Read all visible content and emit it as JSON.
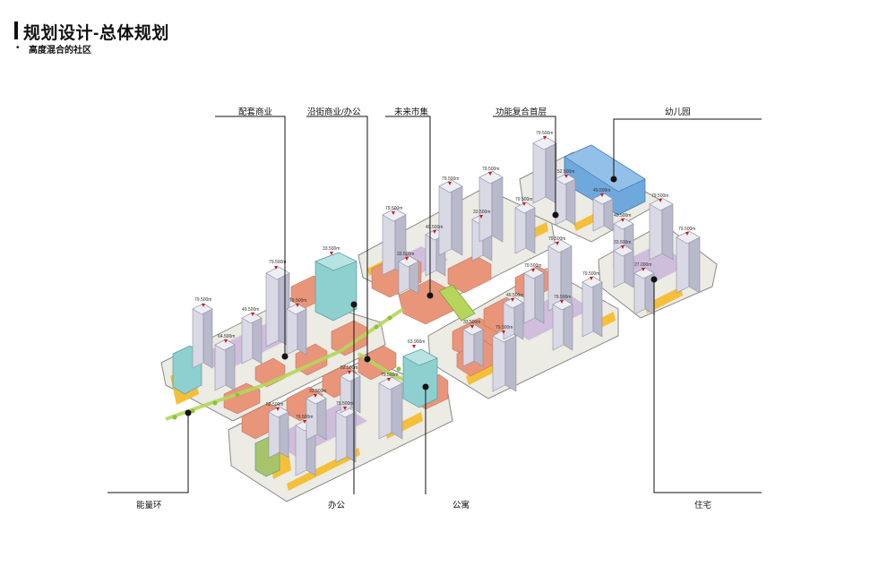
{
  "header": {
    "title": "规划设计-总体规划",
    "bullet": "•",
    "subtitle": "高度混合的社区"
  },
  "callouts": {
    "supporting_commercial": "配套商业",
    "street_commercial_office": "沿街商业/办公",
    "future_market": "未来市集",
    "functional_podium": "功能复合首层",
    "kindergarten": "幼儿园",
    "energy_ring": "能量环",
    "office": "办公",
    "apartment": "公寓",
    "residential": "住宅"
  },
  "height_labels": {
    "h79": "79.500m",
    "h49": "49.500m",
    "h64": "64.500m",
    "h33": "33.500m",
    "h52": "52.500m",
    "h63": "63.900m",
    "h27": "27.000m"
  },
  "colors": {
    "tower": "#d9d9e6",
    "tower_side": "#b9b9cc",
    "podium_orange": "#e8957a",
    "podium_yellow": "#f5bf3a",
    "purple": "#c9b3d9",
    "blue": "#6fa8dc",
    "teal": "#8ecfcf",
    "green": "#b5d65a",
    "base": "#ecebe4",
    "base_edge": "#8a8a8a"
  }
}
